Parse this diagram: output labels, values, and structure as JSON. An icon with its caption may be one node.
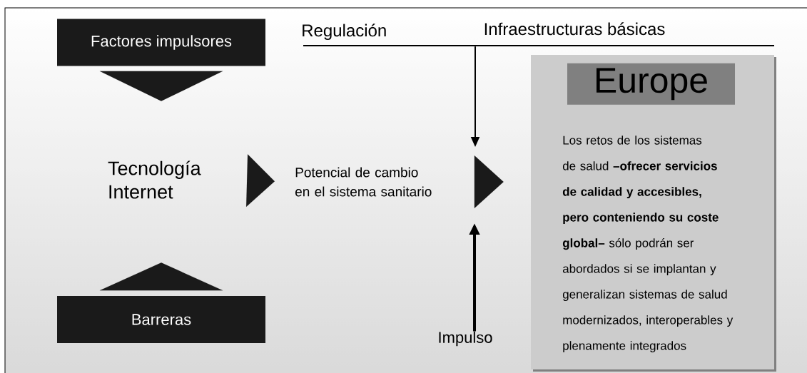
{
  "diagram": {
    "nodes": [
      {
        "text": [
          "Factores impulsores"
        ]
      },
      {
        "text": [
          "Regulación",
          "Infraestructuras básicas"
        ]
      },
      {
        "text": [
          "Tecnología Internet"
        ]
      },
      {
        "text": [
          "Potencial de cambio en el sistema sanitario"
        ]
      },
      {
        "text": [
          "Los retos de los sistemas de salud **–ofrecer servicios de calidad y accesibles, pero conteniendo su coste global–** sólo podrán ser abordados si se implantan y generalizan sistemas de salud modernizados, interoperables y plenamente integrados"
        ]
      },
      {
        "text": [
          "Europe"
        ],
        "in": 4
      },
      {
        "text": [
          "Barreras"
        ]
      },
      {
        "text": [
          "Impulso"
        ]
      }
    ],
    "edges": [
      {
        "from": 0,
        "to": 2,
        "arrow": "to"
      },
      {
        "from": 6,
        "to": 2,
        "arrow": "to"
      },
      {
        "from": 2,
        "to": 3,
        "arrow": "to"
      },
      {
        "from": 3,
        "to": 4,
        "arrow": "to"
      },
      {
        "from": 1,
        "to": null,
        "arrow": "to"
      },
      {
        "from": 7,
        "to": null,
        "arrow": "to",
        "style": "thick"
      }
    ]
  }
}
